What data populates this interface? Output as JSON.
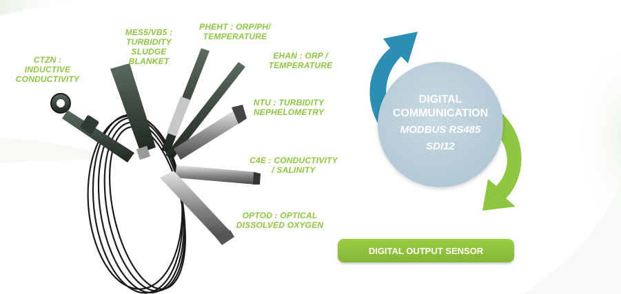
{
  "sensors": {
    "ctzn": [
      "CTZN :",
      "INDUCTIVE",
      "CONDUCTIVITY"
    ],
    "mes5": [
      "MES5/VB5 :",
      "TURBIDITY",
      "SLUDGE",
      "BLANKET"
    ],
    "pheht": [
      "PHEHT : ORP/PH/",
      "TEMPERATURE"
    ],
    "ehan": [
      "EHAN : ORP /",
      "TEMPERATURE"
    ],
    "ntu": [
      "NTU : TURBIDITY",
      "NEPHELOMETRY"
    ],
    "c4e": [
      "C4E : CONDUCTIVITY",
      "/ SALINITY"
    ],
    "optod": [
      "OPTOD : OPTICAL",
      "DISSOLVED OXYGEN"
    ]
  },
  "communication": {
    "line1": "DIGITAL",
    "line2": "COMMUNICATION",
    "line3": "MODBUS RS485",
    "line4": "SDI12"
  },
  "output_button_label": "DIGITAL OUTPUT SENSOR",
  "colors": {
    "label_green": "#8dc63f",
    "arrow_blue": "#2b8fb5",
    "arrow_green": "#8dc63f",
    "circle": "#b3c9d5",
    "button": "#8dc63f"
  }
}
